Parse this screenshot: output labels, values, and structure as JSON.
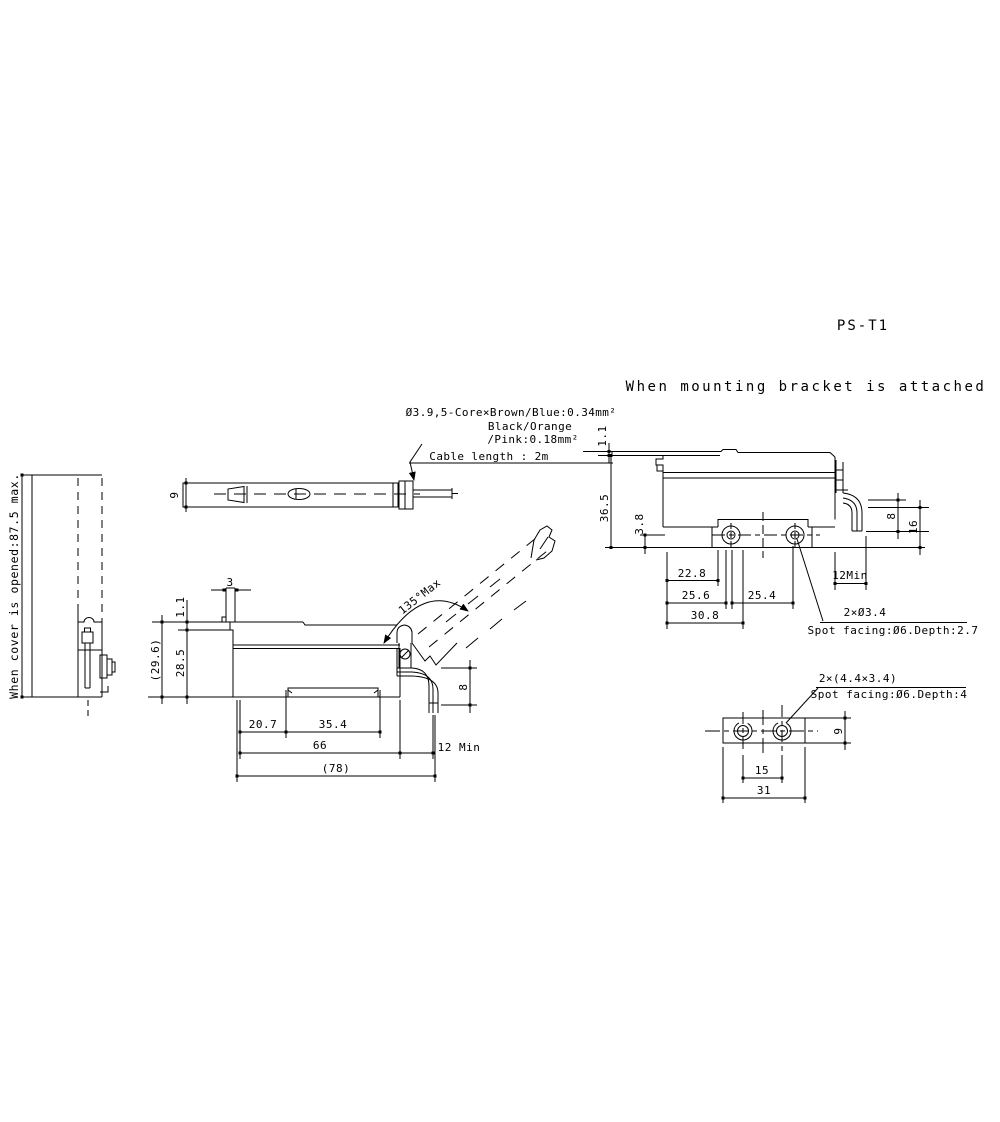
{
  "titles": {
    "model": "PS-T1",
    "bracket_caption": "When mounting bracket is attached"
  },
  "cable_note": {
    "line1": "Ø3.9,5-Core×Brown/Blue:0.34mm²",
    "line2": "Black/Orange",
    "line3": "/Pink:0.18mm²",
    "line4": "Cable length : 2m"
  },
  "cover_open_view": {
    "note": "When cover is opened:87.5 max."
  },
  "top_view": {
    "dim_height": "9"
  },
  "side_view": {
    "dim_plate": "3",
    "dim_lip": "1.1",
    "dim_overall_h": "(29.6)",
    "dim_body_h": "28.5",
    "angle_note": "135°Max",
    "dim_20_7": "20.7",
    "dim_35_4": "35.4",
    "dim_66": "66",
    "dim_78": "(78)",
    "dim_12min": "12 Min",
    "dim_cable_bend": "8"
  },
  "bracket_side_view": {
    "dim_lever_t": "1.1",
    "dim_overall": "36.5",
    "dim_3_8": "3.8",
    "dim_22_8": "22.8",
    "dim_25_6": "25.6",
    "dim_25_4": "25.4",
    "dim_30_8": "30.8",
    "dim_12min": "12Min",
    "dim_8": "8",
    "dim_16": "16",
    "hole_note1": "2×Ø3.4",
    "hole_note2": "Spot facing:Ø6.Depth:2.7"
  },
  "bracket_top_view": {
    "hole_note1": "2×(4.4×3.4)",
    "hole_note2": "Spot facing:Ø6.Depth:4",
    "dim_15": "15",
    "dim_31": "31",
    "dim_9": "9"
  }
}
